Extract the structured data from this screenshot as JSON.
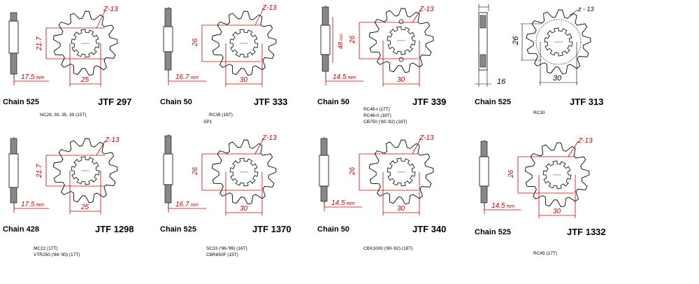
{
  "colors": {
    "dimension": "#cc0000",
    "outline": "#000000",
    "side_fill": "#808080"
  },
  "cards": [
    {
      "chain": "Chain 525",
      "code": "JTF 297",
      "teeth_label": "Z-13",
      "dim_vertical": "21.7",
      "dim_horizontal": "25",
      "offset": "17.5",
      "offset_unit": "mm",
      "apps": [
        "NC29, 30, 35, 39 (15T)"
      ]
    },
    {
      "chain": "Chain 50",
      "code": "JTF 333",
      "teeth_label": "Z-13",
      "dim_vertical": "26",
      "dim_horizontal": "30",
      "offset": "16.7",
      "offset_unit": "mm",
      "apps": [
        "RC36 (16T)",
        "SP1"
      ]
    },
    {
      "chain": "Chain 50",
      "code": "JTF 339",
      "teeth_label": "Z-13",
      "dim_vertical": "26",
      "dim_horizontal": "30",
      "offset": "14.5",
      "offset_unit": "mm",
      "side_height": "48",
      "side_unit": "mm",
      "apps": [
        "RC46-I (17T)",
        "RC46-II (16T)",
        "CB750 ('80-'82) (18T)"
      ]
    },
    {
      "chain": "Chain 525",
      "code": "JTF 313",
      "teeth_label": "z - 13",
      "dim_vertical": "26",
      "dim_horizontal": "30",
      "offset": "16",
      "offset_unit": "",
      "apps": [
        "RC30"
      ]
    },
    {
      "chain": "Chain 428",
      "code": "JTF 1298",
      "teeth_label": "Z-13",
      "dim_vertical": "21.7",
      "dim_horizontal": "25",
      "offset": "17.5",
      "offset_unit": "mm",
      "apps": [
        "MC22 (17T)",
        "VTR250 ('89-'90) (17T)"
      ]
    },
    {
      "chain": "Chain 525",
      "code": "JTF 1370",
      "teeth_label": "Z-13",
      "dim_vertical": "26",
      "dim_horizontal": "30",
      "offset": "16.7",
      "offset_unit": "mm",
      "apps": [
        "SC33 ('96-'99) (16T)",
        "CBR650F (15T)"
      ]
    },
    {
      "chain": "Chain 50",
      "code": "JTF 340",
      "teeth_label": "Z-13",
      "dim_vertical": "26",
      "dim_horizontal": "30",
      "offset": "14.5",
      "offset_unit": "mm",
      "apps": [
        "CBX1000 ('80-'82) (18T)"
      ]
    },
    {
      "chain": "Chain 525",
      "code": "JTF 1332",
      "teeth_label": "Z-13",
      "dim_vertical": "26",
      "dim_horizontal": "30",
      "offset": "14.5",
      "offset_unit": "mm",
      "apps": [
        "RC45 (17T)"
      ]
    }
  ]
}
